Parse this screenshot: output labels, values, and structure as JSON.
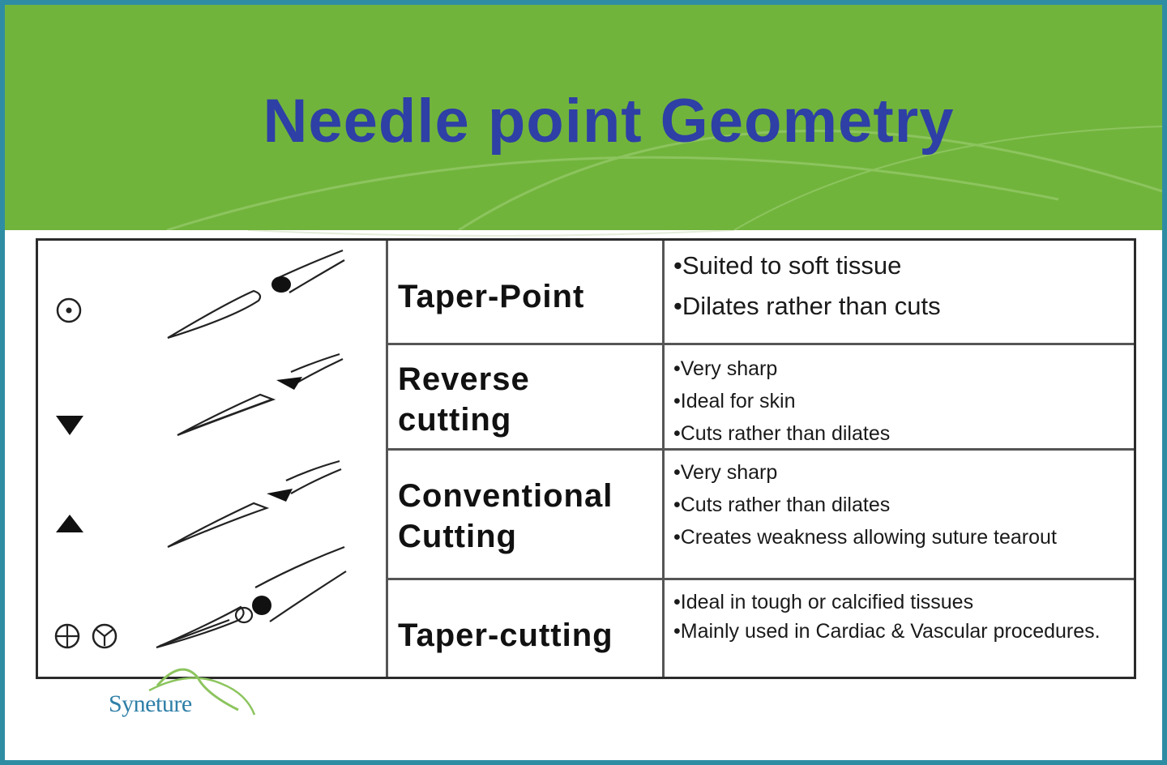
{
  "title": "Needle point Geometry",
  "brand": {
    "logo_text": "Syneture",
    "accent_color": "#71b43c",
    "title_color": "#2e3fa6"
  },
  "rows": [
    {
      "name_lines": [
        "Taper-Point"
      ],
      "cross_section_icons": [
        "circle-dot-icon"
      ],
      "bullets": [
        "•Suited to soft tissue",
        "•Dilates rather than cuts"
      ]
    },
    {
      "name_lines": [
        "Reverse",
        "cutting"
      ],
      "cross_section_icons": [
        "down-triangle-icon"
      ],
      "bullets": [
        "•Very sharp",
        "•Ideal for skin",
        "•Cuts rather than dilates"
      ]
    },
    {
      "name_lines": [
        "Conventional",
        "Cutting"
      ],
      "cross_section_icons": [
        "up-triangle-icon"
      ],
      "bullets": [
        "•Very sharp",
        "•Cuts rather than dilates",
        "•Creates weakness allowing suture tearout"
      ]
    },
    {
      "name_lines": [
        "Taper-cutting"
      ],
      "cross_section_icons": [
        "circle-cross-icon",
        "circle-y-icon"
      ],
      "bullets": [
        "•Ideal in tough or calcified tissues",
        "•Mainly used in Cardiac & Vascular procedures."
      ]
    }
  ]
}
